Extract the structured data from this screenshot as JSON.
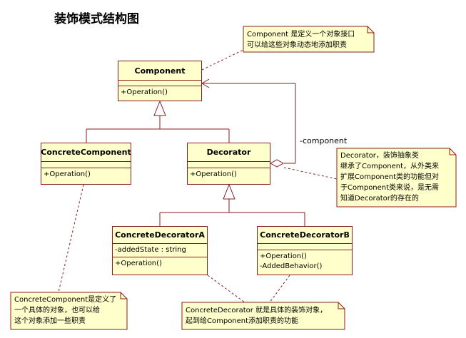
{
  "title": "装饰模式结构图",
  "classes": {
    "component": {
      "name": "Component",
      "operations": [
        "+Operation()"
      ]
    },
    "concrete_component": {
      "name": "ConcreteComponent",
      "operations": [
        "+Operation()"
      ]
    },
    "decorator": {
      "name": "Decorator",
      "operations": [
        "+Operation()"
      ]
    },
    "concrete_decorator_a": {
      "name": "ConcreteDecoratorA",
      "attributes": [
        "-addedState : string"
      ],
      "operations": [
        "+Operation()"
      ]
    },
    "concrete_decorator_b": {
      "name": "ConcreteDecoratorB",
      "operations": [
        "+Operation()",
        "-AddedBehavior()"
      ]
    }
  },
  "association_label": "-component",
  "notes": {
    "component": [
      "Component 是定义一个对象接口",
      "可以给这些对象动态地添加职责"
    ],
    "decorator": [
      "Decorator，装饰抽象类",
      "继承了Component，从外类来",
      "扩展Component类的功能但对",
      "于Component类来说，是无需",
      "知道Decorator的存在的"
    ],
    "concrete_component": [
      "ConcreteComponent是定义了",
      "一个具体的对象，也可以给",
      "这个对象添加一些职责"
    ],
    "concrete_decorator": [
      "ConcreteDecorator 就是具体的装饰对象，",
      "起到给Component添加职责的功能"
    ]
  }
}
